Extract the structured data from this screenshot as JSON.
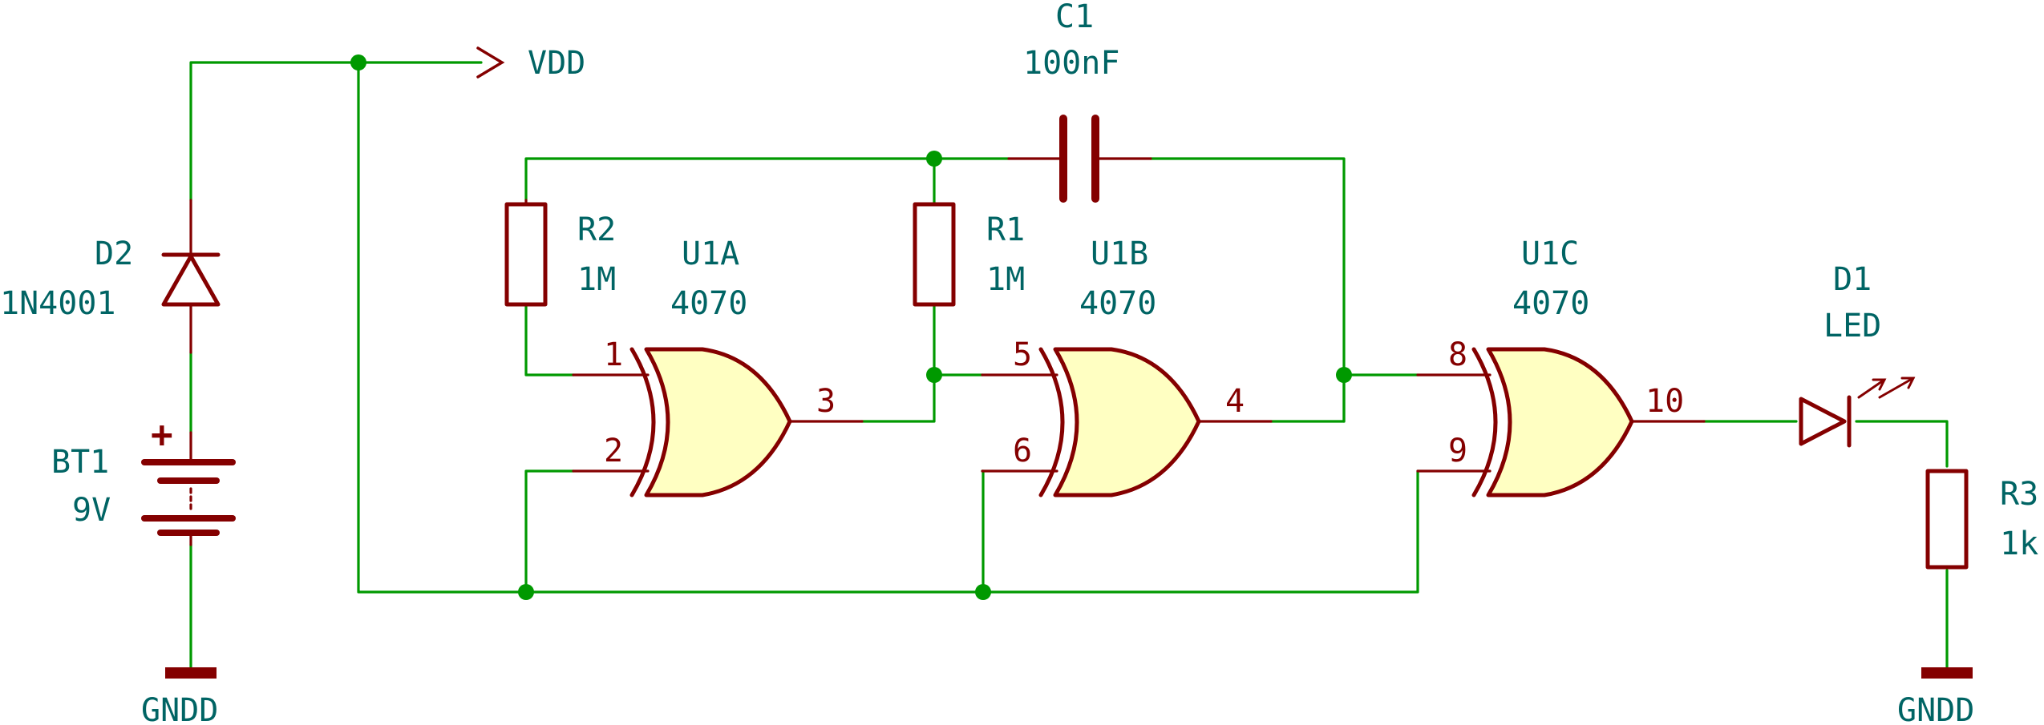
{
  "colors": {
    "wire": "#009900",
    "component": "#840000",
    "label": "#006464",
    "gate_fill": "#ffffc2"
  },
  "power": {
    "vdd": "VDD",
    "gnd_left": "GNDD",
    "gnd_right": "GNDD"
  },
  "components": {
    "c1": {
      "ref": "C1",
      "value": "100nF"
    },
    "r1": {
      "ref": "R1",
      "value": "1M"
    },
    "r2": {
      "ref": "R2",
      "value": "1M"
    },
    "r3": {
      "ref": "R3",
      "value": "1k"
    },
    "d1": {
      "ref": "D1",
      "value": "LED"
    },
    "d2": {
      "ref": "D2",
      "value": "1N4001"
    },
    "bt1": {
      "ref": "BT1",
      "value": "9V",
      "plus": "+"
    },
    "u1a": {
      "ref": "U1A",
      "value": "4070",
      "pins": [
        "1",
        "2",
        "3"
      ]
    },
    "u1b": {
      "ref": "U1B",
      "value": "4070",
      "pins": [
        "5",
        "6",
        "4"
      ]
    },
    "u1c": {
      "ref": "U1C",
      "value": "4070",
      "pins": [
        "8",
        "9",
        "10"
      ]
    }
  }
}
